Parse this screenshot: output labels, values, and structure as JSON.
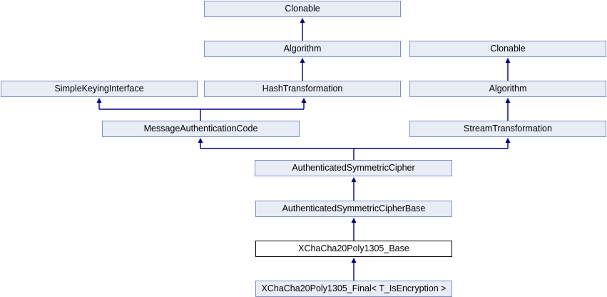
{
  "diagram": {
    "type": "class-inheritance-graph",
    "nodes": [
      {
        "id": "clonable_top",
        "label": "Clonable",
        "current": false
      },
      {
        "id": "algorithm_left",
        "label": "Algorithm",
        "current": false
      },
      {
        "id": "clonable_right",
        "label": "Clonable",
        "current": false
      },
      {
        "id": "simple_keying_interface",
        "label": "SimpleKeyingInterface",
        "current": false
      },
      {
        "id": "hash_transformation",
        "label": "HashTransformation",
        "current": false
      },
      {
        "id": "algorithm_right",
        "label": "Algorithm",
        "current": false
      },
      {
        "id": "message_authentication_code",
        "label": "MessageAuthenticationCode",
        "current": false
      },
      {
        "id": "stream_transformation",
        "label": "StreamTransformation",
        "current": false
      },
      {
        "id": "authenticated_symmetric_cipher",
        "label": "AuthenticatedSymmetricCipher",
        "current": false
      },
      {
        "id": "authenticated_symmetric_cipher_base",
        "label": "AuthenticatedSymmetricCipherBase",
        "current": false
      },
      {
        "id": "xchacha20poly1305_base",
        "label": "XChaCha20Poly1305_Base",
        "current": true
      },
      {
        "id": "xchacha20poly1305_final",
        "label": "XChaCha20Poly1305_Final< T_IsEncryption >",
        "current": false
      }
    ],
    "edges": [
      {
        "from": "algorithm_left",
        "to": "clonable_top"
      },
      {
        "from": "hash_transformation",
        "to": "algorithm_left"
      },
      {
        "from": "algorithm_right",
        "to": "clonable_right"
      },
      {
        "from": "stream_transformation",
        "to": "algorithm_right"
      },
      {
        "from": "message_authentication_code",
        "to": "simple_keying_interface"
      },
      {
        "from": "message_authentication_code",
        "to": "hash_transformation"
      },
      {
        "from": "authenticated_symmetric_cipher",
        "to": "message_authentication_code"
      },
      {
        "from": "authenticated_symmetric_cipher",
        "to": "stream_transformation"
      },
      {
        "from": "authenticated_symmetric_cipher_base",
        "to": "authenticated_symmetric_cipher"
      },
      {
        "from": "xchacha20poly1305_base",
        "to": "authenticated_symmetric_cipher_base"
      },
      {
        "from": "xchacha20poly1305_final",
        "to": "xchacha20poly1305_base"
      }
    ],
    "colors": {
      "node_fill": "#E8EDF5",
      "node_border": "#8090C0",
      "edge": "#000080",
      "current_border": "#000000",
      "current_fill": "#FFFFFF",
      "text": "#000000"
    }
  }
}
